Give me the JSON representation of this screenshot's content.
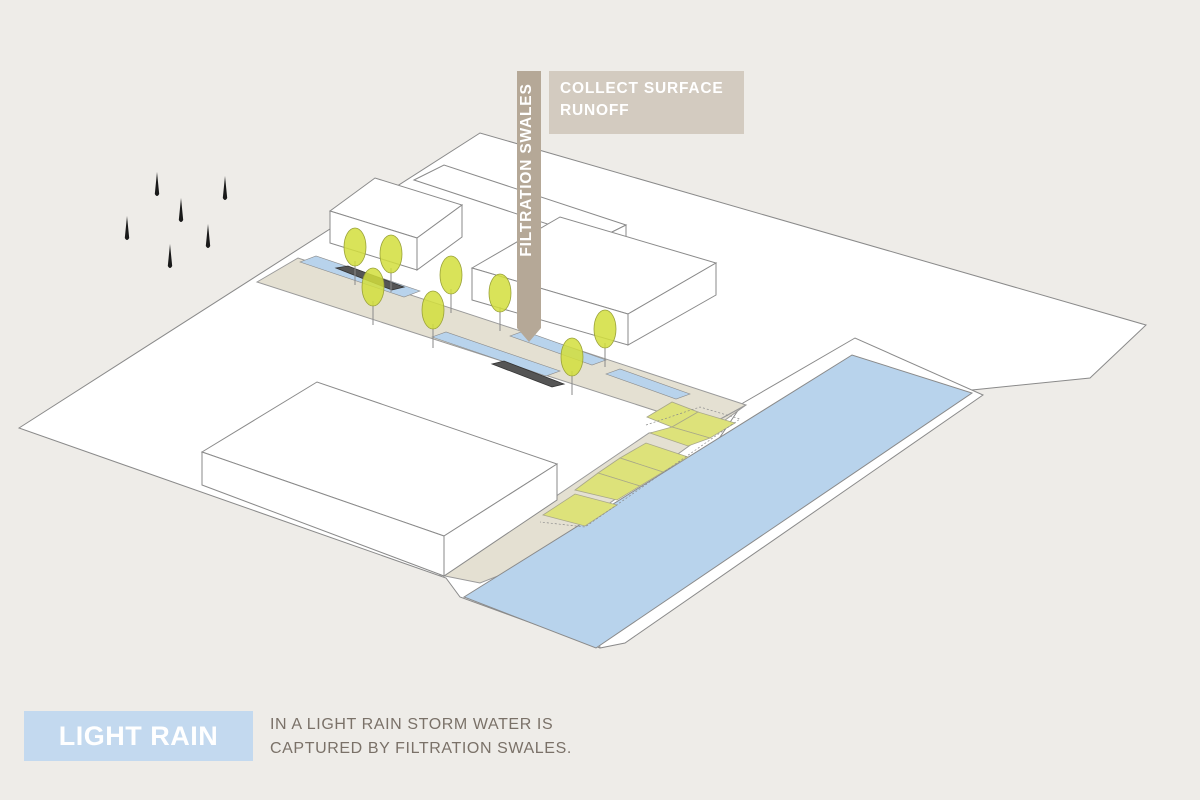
{
  "diagram": {
    "callout": {
      "line1": "COLLECT SURFACE",
      "line2": "RUNOFF"
    },
    "pointer_label": "FILTRATION SWALES"
  },
  "legend": {
    "title": "LIGHT RAIN",
    "description_line1": "IN A LIGHT RAIN STORM WATER IS",
    "description_line2": "CAPTURED BY FILTRATION SWALES."
  },
  "colors": {
    "background": "#eeece8",
    "ground": "#ffffff",
    "outline": "#7a7a7a",
    "street": "#e4e0d2",
    "water": "#b8d3ec",
    "swale_yellow": "#dde27a",
    "tree": "#d2de3c",
    "label_fill": "#d3cbc0",
    "legend_fill": "#c3d9ef",
    "legend_text": "#7a7168",
    "rain": "#1a1a1a"
  },
  "icons": [
    "raindrop-icon",
    "tree-icon",
    "downward-arrow-icon"
  ]
}
